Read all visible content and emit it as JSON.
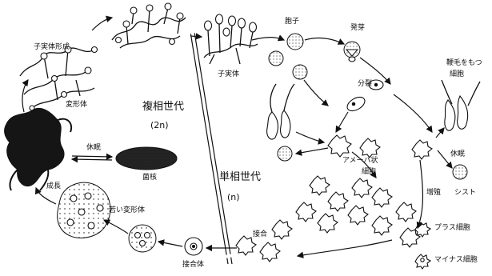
{
  "labels": {
    "fruiting_formation": "子実体形成",
    "fruiting_body": "子実体",
    "spore": "胞子",
    "germination": "発芽",
    "flagellate_1": "鞭毛をもつ",
    "flagellate_2": "細胞",
    "division": "分裂",
    "plasmodium": "変形体",
    "dormancy_left": "休眠",
    "sclerotium": "菌核",
    "diploid_gen": "複相世代",
    "diploid_n": "(2n)",
    "haploid_gen": "単相世代",
    "haploid_n": "(n)",
    "amoeba_1": "アメーバ状",
    "amoeba_2": "細胞",
    "dormancy_right": "休眠",
    "cyst": "シスト",
    "proliferation": "増殖",
    "growth": "成長",
    "young_plasmodium": "若い変形体",
    "fusion": "接合",
    "zygote": "接合体",
    "plus_cell": "プラス細胞",
    "minus_cell": "マイナス細胞"
  },
  "colors": {
    "ink": "#111111",
    "background": "#ffffff"
  }
}
